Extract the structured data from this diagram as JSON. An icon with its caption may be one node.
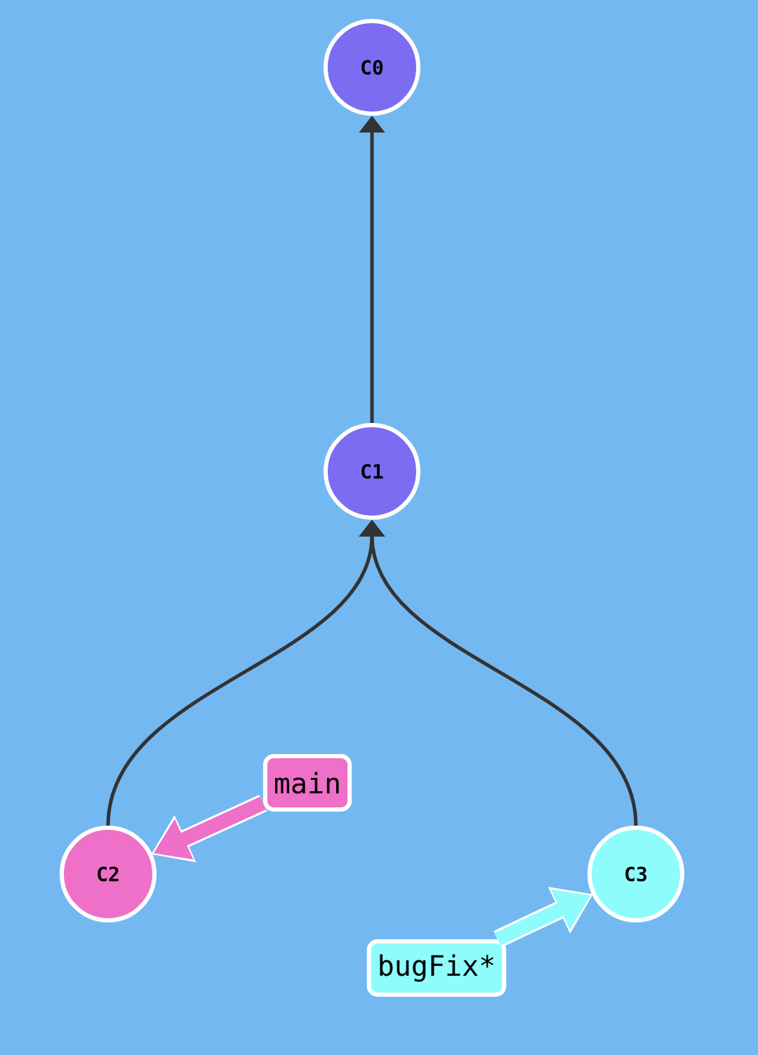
{
  "diagram": {
    "nodes": [
      {
        "text": [
          "C0"
        ]
      },
      {
        "text": [
          "C1"
        ]
      },
      {
        "text": [
          "C2"
        ]
      },
      {
        "text": [
          "C3"
        ]
      },
      {
        "text": [
          "main"
        ]
      },
      {
        "text": [
          "bugFix*"
        ]
      }
    ],
    "edges": [
      {
        "from": 1,
        "to": 0,
        "arrow": "to"
      },
      {
        "from": 2,
        "to": 1,
        "arrow": "to"
      },
      {
        "from": 3,
        "to": 1,
        "arrow": "to"
      },
      {
        "from": 4,
        "to": 2,
        "arrow": "to",
        "style": "thick",
        "color": "#ee70c8"
      },
      {
        "from": 5,
        "to": 3,
        "arrow": "to",
        "style": "thick",
        "color": "#8ffcfc"
      }
    ]
  }
}
